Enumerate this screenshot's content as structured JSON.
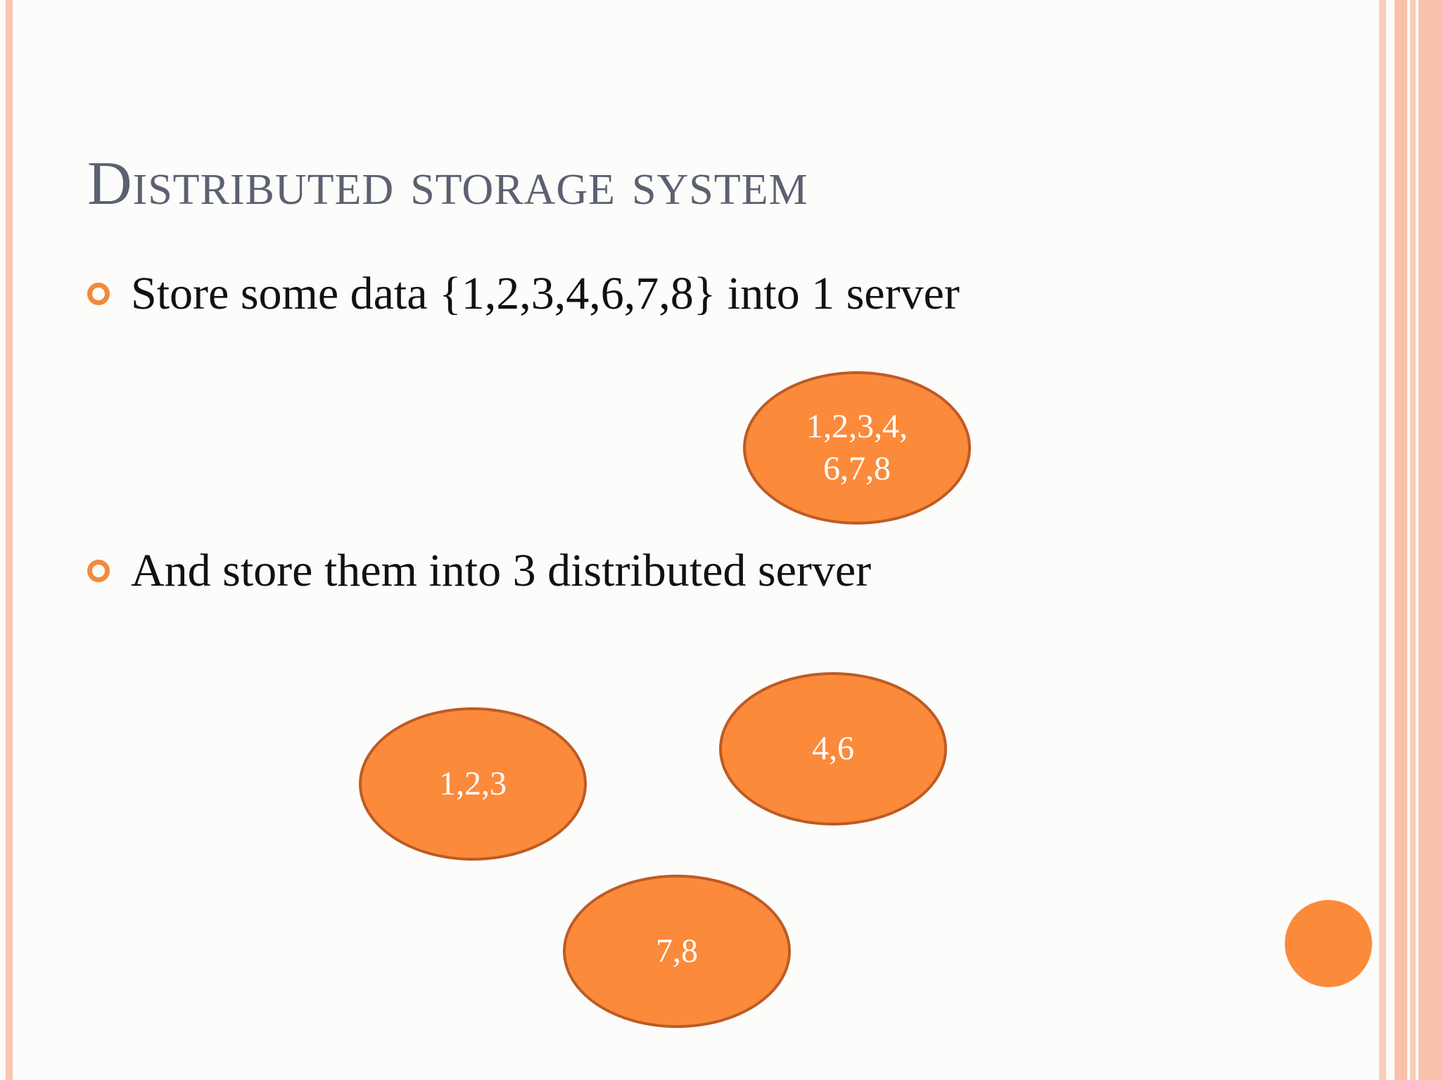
{
  "slide": {
    "title": "Distributed storage system",
    "bullets": [
      {
        "text": "Store some data {1,2,3,4,6,7,8} into 1 server"
      },
      {
        "text": "And store them into 3 distributed server"
      }
    ]
  },
  "diagram": {
    "single_server": {
      "label": "1,2,3,4,\n6,7,8"
    },
    "distributed_servers": [
      {
        "label": "1,2,3"
      },
      {
        "label": "4,6"
      },
      {
        "label": "7,8"
      }
    ]
  },
  "colors": {
    "accent": "#fb8a3b",
    "node_border": "#bd5b25",
    "title": "#5c6170",
    "frame": "#f8c6b3"
  }
}
